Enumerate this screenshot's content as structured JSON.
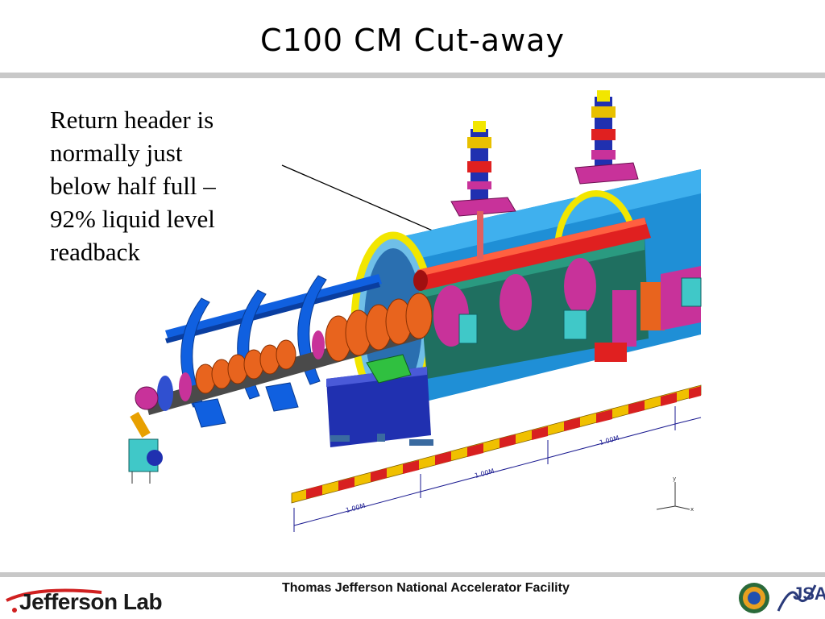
{
  "slide": {
    "title": "C100  CM  Cut-away",
    "callout_text": "Return header is\nnormally just\nbelow half full –\n92% liquid level\nreadback"
  },
  "drawing": {
    "scale_labels": [
      "1.00M",
      "1.00M",
      "1.00M"
    ],
    "axis_labels": {
      "y": "y",
      "x": "x"
    }
  },
  "footer": {
    "logo_text": "Jefferson Lab",
    "center_text": "Thomas Jefferson National Accelerator Facility",
    "jsa_text": "JSA"
  },
  "colors": {
    "vessel_blue": "#1f8fd6",
    "vessel_dark": "#0d4f9a",
    "cavity_orange": "#e8641e",
    "header_red": "#e02020",
    "yellow_ring": "#f2e600",
    "magenta": "#c8329a",
    "stand_blue": "#2030b0",
    "scale_yellow": "#f0c000",
    "scale_red": "#d82020"
  }
}
